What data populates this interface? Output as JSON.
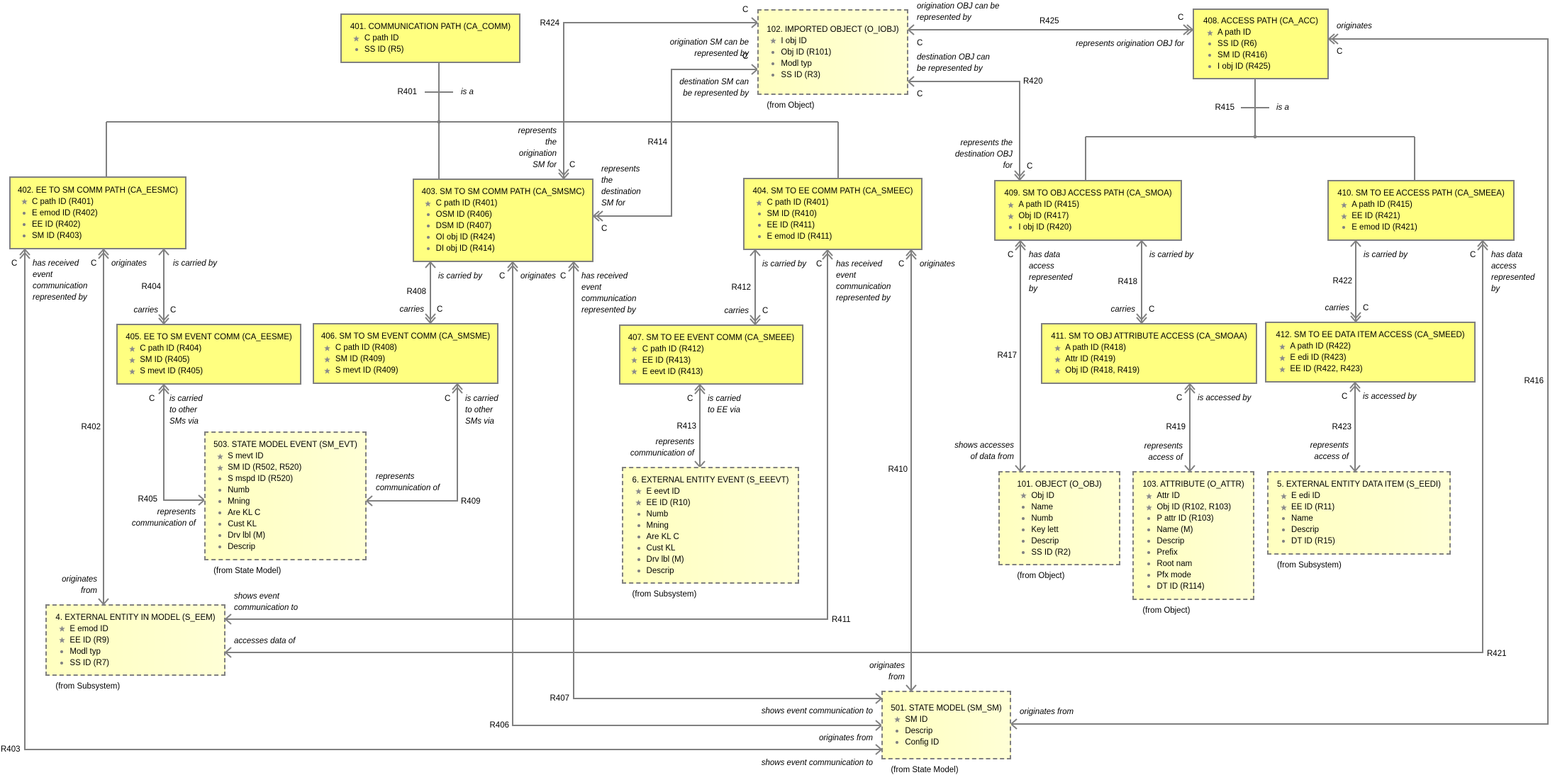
{
  "colors": {
    "object_fill": "#ffff80",
    "imported_object_fill": "#ffffc0",
    "line": "#808080"
  },
  "objects": [
    {
      "number": "401",
      "title": "401. COMMUNICATION PATH (CA_COMM)",
      "attributes": [
        {
          "name": "C path ID",
          "identifier": true
        },
        {
          "name": "SS ID (R5)",
          "identifier": false
        }
      ]
    },
    {
      "number": "102",
      "title": "102. IMPORTED OBJECT (O_IOBJ)",
      "attributes": [
        {
          "name": "I obj ID",
          "identifier": true
        },
        {
          "name": "Obj ID (R101)",
          "identifier": false
        },
        {
          "name": "Modl typ",
          "identifier": false
        },
        {
          "name": "SS ID (R3)",
          "identifier": false
        }
      ],
      "source": "(from Object)"
    },
    {
      "number": "408",
      "title": "408. ACCESS PATH (CA_ACC)",
      "attributes": [
        {
          "name": "A path ID",
          "identifier": true
        },
        {
          "name": "SS ID (R6)",
          "identifier": false
        },
        {
          "name": "SM ID (R416)",
          "identifier": false
        },
        {
          "name": "I obj ID (R425)",
          "identifier": false
        }
      ]
    },
    {
      "number": "402",
      "title": "402. EE TO SM COMM PATH (CA_EESMC)",
      "attributes": [
        {
          "name": "C path ID (R401)",
          "identifier": true
        },
        {
          "name": "E emod ID (R402)",
          "identifier": false
        },
        {
          "name": "EE ID (R402)",
          "identifier": false
        },
        {
          "name": "SM ID (R403)",
          "identifier": false
        }
      ]
    },
    {
      "number": "403",
      "title": "403. SM TO SM COMM PATH (CA_SMSMC)",
      "attributes": [
        {
          "name": "C path ID (R401)",
          "identifier": true
        },
        {
          "name": "OSM ID (R406)",
          "identifier": false
        },
        {
          "name": "DSM ID (R407)",
          "identifier": false
        },
        {
          "name": "OI obj ID (R424)",
          "identifier": false
        },
        {
          "name": "DI obj ID (R414)",
          "identifier": false
        }
      ]
    },
    {
      "number": "404",
      "title": "404. SM TO EE COMM PATH (CA_SMEEC)",
      "attributes": [
        {
          "name": "C path ID (R401)",
          "identifier": true
        },
        {
          "name": "SM ID (R410)",
          "identifier": false
        },
        {
          "name": "EE ID (R411)",
          "identifier": false
        },
        {
          "name": "E emod ID (R411)",
          "identifier": false
        }
      ]
    },
    {
      "number": "409",
      "title": "409. SM TO OBJ ACCESS PATH (CA_SMOA)",
      "attributes": [
        {
          "name": "A path ID (R415)",
          "identifier": true
        },
        {
          "name": "Obj ID (R417)",
          "identifier": true
        },
        {
          "name": "I obj ID (R420)",
          "identifier": false
        }
      ]
    },
    {
      "number": "410",
      "title": "410. SM TO EE ACCESS PATH (CA_SMEEA)",
      "attributes": [
        {
          "name": "A path ID (R415)",
          "identifier": true
        },
        {
          "name": "EE ID (R421)",
          "identifier": true
        },
        {
          "name": "E emod ID (R421)",
          "identifier": false
        }
      ]
    },
    {
      "number": "405",
      "title": "405. EE TO SM EVENT COMM (CA_EESME)",
      "attributes": [
        {
          "name": "C path ID (R404)",
          "identifier": true
        },
        {
          "name": "SM ID (R405)",
          "identifier": true
        },
        {
          "name": "S mevt ID (R405)",
          "identifier": true
        }
      ]
    },
    {
      "number": "406",
      "title": "406. SM TO SM EVENT COMM (CA_SMSME)",
      "attributes": [
        {
          "name": "C path ID (R408)",
          "identifier": true
        },
        {
          "name": "SM ID (R409)",
          "identifier": true
        },
        {
          "name": "S mevt ID (R409)",
          "identifier": true
        }
      ]
    },
    {
      "number": "407",
      "title": "407. SM TO EE EVENT COMM (CA_SMEEE)",
      "attributes": [
        {
          "name": "C path ID (R412)",
          "identifier": true
        },
        {
          "name": "EE ID (R413)",
          "identifier": true
        },
        {
          "name": "E eevt ID (R413)",
          "identifier": true
        }
      ]
    },
    {
      "number": "411",
      "title": "411. SM TO OBJ ATTRIBUTE ACCESS (CA_SMOAA)",
      "attributes": [
        {
          "name": "A path ID (R418)",
          "identifier": true
        },
        {
          "name": "Attr ID (R419)",
          "identifier": true
        },
        {
          "name": "Obj ID (R418, R419)",
          "identifier": true
        }
      ]
    },
    {
      "number": "412",
      "title": "412. SM TO EE DATA ITEM ACCESS (CA_SMEED)",
      "attributes": [
        {
          "name": "A path ID (R422)",
          "identifier": true
        },
        {
          "name": "E edi ID (R423)",
          "identifier": true
        },
        {
          "name": "EE ID (R422, R423)",
          "identifier": true
        }
      ]
    },
    {
      "number": "503",
      "title": "503. STATE MODEL EVENT (SM_EVT)",
      "attributes": [
        {
          "name": "S mevt ID",
          "identifier": true
        },
        {
          "name": "SM ID (R502, R520)",
          "identifier": true
        },
        {
          "name": "S mspd ID (R520)",
          "identifier": false
        },
        {
          "name": "Numb",
          "identifier": false
        },
        {
          "name": "Mning",
          "identifier": false
        },
        {
          "name": "Are KL C",
          "identifier": false
        },
        {
          "name": "Cust KL",
          "identifier": false
        },
        {
          "name": "Drv lbl (M)",
          "identifier": false
        },
        {
          "name": "Descrip",
          "identifier": false
        }
      ],
      "source": "(from State Model)"
    },
    {
      "number": "6",
      "title": "6. EXTERNAL ENTITY EVENT (S_EEEVT)",
      "attributes": [
        {
          "name": "E eevt ID",
          "identifier": true
        },
        {
          "name": "EE ID (R10)",
          "identifier": true
        },
        {
          "name": "Numb",
          "identifier": false
        },
        {
          "name": "Mning",
          "identifier": false
        },
        {
          "name": "Are KL C",
          "identifier": false
        },
        {
          "name": "Cust KL",
          "identifier": false
        },
        {
          "name": "Drv lbl (M)",
          "identifier": false
        },
        {
          "name": "Descrip",
          "identifier": false
        }
      ],
      "source": "(from Subsystem)"
    },
    {
      "number": "101",
      "title": "101. OBJECT (O_OBJ)",
      "attributes": [
        {
          "name": "Obj ID",
          "identifier": true
        },
        {
          "name": "Name",
          "identifier": false
        },
        {
          "name": "Numb",
          "identifier": false
        },
        {
          "name": "Key lett",
          "identifier": false
        },
        {
          "name": "Descrip",
          "identifier": false
        },
        {
          "name": "SS ID (R2)",
          "identifier": false
        }
      ],
      "source": "(from Object)"
    },
    {
      "number": "103",
      "title": "103. ATTRIBUTE (O_ATTR)",
      "attributes": [
        {
          "name": "Attr ID",
          "identifier": true
        },
        {
          "name": "Obj ID (R102, R103)",
          "identifier": true
        },
        {
          "name": "P attr ID (R103)",
          "identifier": false
        },
        {
          "name": "Name (M)",
          "identifier": false
        },
        {
          "name": "Descrip",
          "identifier": false
        },
        {
          "name": "Prefix",
          "identifier": false
        },
        {
          "name": "Root nam",
          "identifier": false
        },
        {
          "name": "Pfx mode",
          "identifier": false
        },
        {
          "name": "DT ID (R114)",
          "identifier": false
        }
      ],
      "source": "(from Object)"
    },
    {
      "number": "5",
      "title": "5. EXTERNAL ENTITY DATA ITEM (S_EEDI)",
      "attributes": [
        {
          "name": "E edi ID",
          "identifier": true
        },
        {
          "name": "EE ID (R11)",
          "identifier": true
        },
        {
          "name": "Name",
          "identifier": false
        },
        {
          "name": "Descrip",
          "identifier": false
        },
        {
          "name": "DT ID (R15)",
          "identifier": false
        }
      ],
      "source": "(from Subsystem)"
    },
    {
      "number": "4",
      "title": "4. EXTERNAL ENTITY IN MODEL (S_EEM)",
      "attributes": [
        {
          "name": "E emod ID",
          "identifier": true
        },
        {
          "name": "EE ID (R9)",
          "identifier": true
        },
        {
          "name": "Modl typ",
          "identifier": false
        },
        {
          "name": "SS ID (R7)",
          "identifier": false
        }
      ],
      "source": "(from Subsystem)"
    },
    {
      "number": "501",
      "title": "501. STATE MODEL (SM_SM)",
      "attributes": [
        {
          "name": "SM ID",
          "identifier": true
        },
        {
          "name": "Descrip",
          "identifier": false
        },
        {
          "name": "Config ID",
          "identifier": false
        }
      ],
      "source": "(from State Model)"
    }
  ],
  "relationships": {
    "R401": {
      "id": "R401",
      "type": "subtype",
      "phrase": "is a",
      "supertype": "401",
      "subtypes": [
        "402",
        "403",
        "404"
      ]
    },
    "R402": {
      "id": "R402",
      "ends": [
        {
          "object": "402",
          "phrase": "originates",
          "conditionality": "C",
          "multiplicity": "many"
        },
        {
          "object": "4",
          "phrase": "originates from",
          "multiplicity": "one"
        }
      ]
    },
    "R403": {
      "id": "R403",
      "ends": [
        {
          "object": "402",
          "phrase": "has received event communication represented by",
          "conditionality": "C",
          "multiplicity": "many"
        },
        {
          "object": "501",
          "phrase": "shows event communication to",
          "multiplicity": "one"
        }
      ]
    },
    "R404": {
      "id": "R404",
      "ends": [
        {
          "object": "402",
          "phrase": "is carried by",
          "multiplicity": "one"
        },
        {
          "object": "405",
          "phrase": "carries",
          "conditionality": "C",
          "multiplicity": "many"
        }
      ]
    },
    "R405": {
      "id": "R405",
      "ends": [
        {
          "object": "405",
          "phrase": "is carried to other SMs via",
          "conditionality": "C",
          "multiplicity": "many"
        },
        {
          "object": "503",
          "phrase": "represents communication of",
          "multiplicity": "one"
        }
      ]
    },
    "R406": {
      "id": "R406",
      "ends": [
        {
          "object": "403",
          "phrase": "originates",
          "conditionality": "C",
          "multiplicity": "many"
        },
        {
          "object": "501",
          "phrase": "originates from",
          "multiplicity": "one"
        }
      ]
    },
    "R407": {
      "id": "R407",
      "ends": [
        {
          "object": "403",
          "phrase": "has received event communication represented by",
          "conditionality": "C",
          "multiplicity": "many"
        },
        {
          "object": "501",
          "phrase": "shows event communication to",
          "multiplicity": "one"
        }
      ]
    },
    "R408": {
      "id": "R408",
      "ends": [
        {
          "object": "403",
          "phrase": "is carried by",
          "multiplicity": "one"
        },
        {
          "object": "406",
          "phrase": "carries",
          "conditionality": "C",
          "multiplicity": "many"
        }
      ]
    },
    "R409": {
      "id": "R409",
      "ends": [
        {
          "object": "406",
          "phrase": "is carried to other SMs via",
          "conditionality": "C",
          "multiplicity": "many"
        },
        {
          "object": "503",
          "phrase": "represents communication of",
          "multiplicity": "one"
        }
      ]
    },
    "R410": {
      "id": "R410",
      "ends": [
        {
          "object": "404",
          "phrase": "originates",
          "conditionality": "C",
          "multiplicity": "many"
        },
        {
          "object": "501",
          "phrase": "originates from",
          "multiplicity": "one"
        }
      ]
    },
    "R411": {
      "id": "R411",
      "ends": [
        {
          "object": "404",
          "phrase": "has received event communication represented by",
          "conditionality": "C",
          "multiplicity": "many"
        },
        {
          "object": "4",
          "phrase": "shows event communication to",
          "multiplicity": "one"
        }
      ]
    },
    "R412": {
      "id": "R412",
      "ends": [
        {
          "object": "404",
          "phrase": "is carried by",
          "multiplicity": "one"
        },
        {
          "object": "407",
          "phrase": "carries",
          "conditionality": "C",
          "multiplicity": "many"
        }
      ]
    },
    "R413": {
      "id": "R413",
      "ends": [
        {
          "object": "407",
          "phrase": "is carried to EE via",
          "conditionality": "C",
          "multiplicity": "many"
        },
        {
          "object": "6",
          "phrase": "represents communication of",
          "multiplicity": "one"
        }
      ]
    },
    "R414": {
      "id": "R414",
      "ends": [
        {
          "object": "403",
          "phrase": "represents the destination SM for",
          "conditionality": "C",
          "multiplicity": "many"
        },
        {
          "object": "102",
          "phrase": "destination SM can be represented by",
          "conditionality": "C",
          "multiplicity": "one"
        }
      ]
    },
    "R415": {
      "id": "R415",
      "type": "subtype",
      "phrase": "is a",
      "supertype": "408",
      "subtypes": [
        "409",
        "410"
      ]
    },
    "R416": {
      "id": "R416",
      "ends": [
        {
          "object": "408",
          "phrase": "originates",
          "conditionality": "C",
          "multiplicity": "many"
        },
        {
          "object": "501",
          "phrase": "originates from",
          "multiplicity": "one"
        }
      ]
    },
    "R417": {
      "id": "R417",
      "ends": [
        {
          "object": "409",
          "phrase": "has data access represented by",
          "conditionality": "C",
          "multiplicity": "many"
        },
        {
          "object": "101",
          "phrase": "shows accesses of data from",
          "multiplicity": "one"
        }
      ]
    },
    "R418": {
      "id": "R418",
      "ends": [
        {
          "object": "409",
          "phrase": "is carried by",
          "multiplicity": "one"
        },
        {
          "object": "411",
          "phrase": "carries",
          "conditionality": "C",
          "multiplicity": "many"
        }
      ]
    },
    "R419": {
      "id": "R419",
      "ends": [
        {
          "object": "411",
          "phrase": "is accessed by",
          "conditionality": "C",
          "multiplicity": "many"
        },
        {
          "object": "103",
          "phrase": "represents access of",
          "multiplicity": "one"
        }
      ]
    },
    "R420": {
      "id": "R420",
      "ends": [
        {
          "object": "409",
          "phrase": "represents the destination OBJ for",
          "conditionality": "C",
          "multiplicity": "many"
        },
        {
          "object": "102",
          "phrase": "destination OBJ can be represented by",
          "conditionality": "C",
          "multiplicity": "one"
        }
      ]
    },
    "R421": {
      "id": "R421",
      "ends": [
        {
          "object": "410",
          "phrase": "has data access represented by",
          "conditionality": "C",
          "multiplicity": "many"
        },
        {
          "object": "4",
          "phrase": "accesses data of",
          "multiplicity": "one"
        }
      ]
    },
    "R422": {
      "id": "R422",
      "ends": [
        {
          "object": "410",
          "phrase": "is carried by",
          "multiplicity": "one"
        },
        {
          "object": "412",
          "phrase": "carries",
          "conditionality": "C",
          "multiplicity": "many"
        }
      ]
    },
    "R423": {
      "id": "R423",
      "ends": [
        {
          "object": "412",
          "phrase": "is accessed by",
          "conditionality": "C",
          "multiplicity": "many"
        },
        {
          "object": "5",
          "phrase": "represents access of",
          "multiplicity": "one"
        }
      ]
    },
    "R424": {
      "id": "R424",
      "ends": [
        {
          "object": "403",
          "phrase": "represents the origination SM for",
          "conditionality": "C",
          "multiplicity": "many"
        },
        {
          "object": "102",
          "phrase": "origination SM can be represented by",
          "conditionality": "C",
          "multiplicity": "one"
        }
      ]
    },
    "R425": {
      "id": "R425",
      "ends": [
        {
          "object": "408",
          "phrase": "represents origination OBJ for",
          "conditionality": "C",
          "multiplicity": "many"
        },
        {
          "object": "102",
          "phrase": "origination OBJ can be represented by",
          "conditionality": "C",
          "multiplicity": "one"
        }
      ]
    }
  }
}
